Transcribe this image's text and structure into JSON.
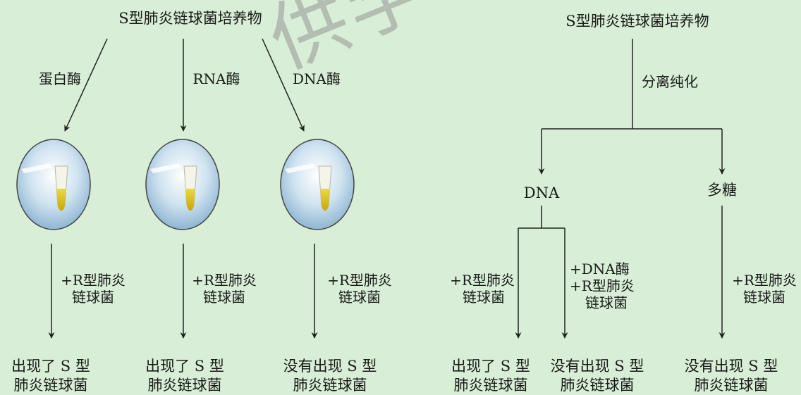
{
  "watermark": "供学",
  "left": {
    "source": "S型肺炎链球菌培养物",
    "enzymes": [
      "蛋白酶",
      "RNA酶",
      "DNA酶"
    ],
    "addition": [
      "+R型肺炎",
      "链球菌"
    ],
    "results": [
      [
        "出现了 S 型",
        "肺炎链球菌"
      ],
      [
        "出现了 S 型",
        "肺炎链球菌"
      ],
      [
        "没有出现 S 型",
        "肺炎链球菌"
      ]
    ]
  },
  "right": {
    "source": "S型肺炎链球菌培养物",
    "process": "分离纯化",
    "components": [
      "DNA",
      "多糖"
    ],
    "dna_branch_a": [
      "+R型肺炎",
      "链球菌"
    ],
    "dna_branch_b": [
      "+DNA酶",
      "+R型肺炎",
      "链球菌"
    ],
    "polysaccharide_branch": [
      "+R型肺炎",
      "链球菌"
    ],
    "results": [
      [
        "出现了 S 型",
        "肺炎链球菌"
      ],
      [
        "没有出现 S 型",
        "肺炎链球菌"
      ],
      [
        "没有出现 S 型",
        "肺炎链球菌"
      ]
    ]
  }
}
